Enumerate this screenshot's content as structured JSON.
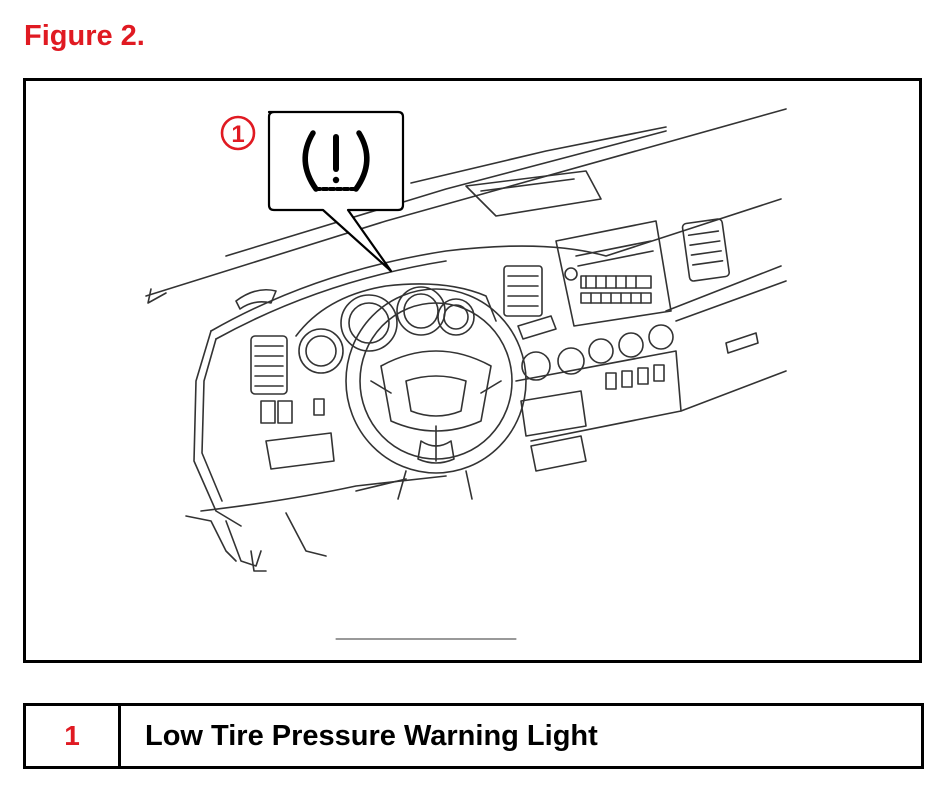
{
  "figure": {
    "title": "Figure 2."
  },
  "callout": {
    "number": "1",
    "icon": "tire-pressure-warning-icon"
  },
  "legend": {
    "rows": [
      {
        "number": "1",
        "label": "Low Tire Pressure Warning Light"
      }
    ]
  },
  "colors": {
    "accent": "#e01a22",
    "line": "#000000",
    "drawing": "#333333"
  }
}
